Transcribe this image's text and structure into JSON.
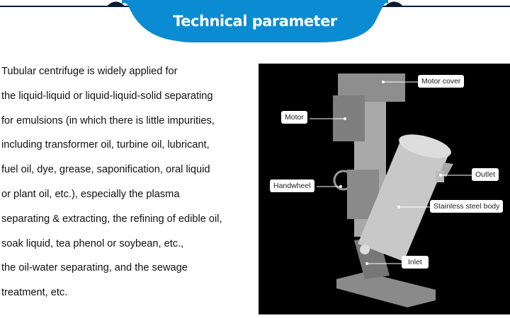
{
  "header": {
    "title": "Technical parameter"
  },
  "description": {
    "lines": [
      "Tubular centrifuge is widely applied for",
      "the liquid-liquid or liquid-liquid-solid separating",
      "for emulsions (in which there is little impurities,",
      "including transformer oil, turbine oil, lubricant,",
      "fuel oil, dye, grease, saponification, oral liquid",
      "or plant oil, etc.), especially the plasma",
      "separating & extracting, the refining of edible oil,",
      "soak liquid, tea phenol or soybean, etc.,",
      "the oil-water separating, and the sewage",
      "treatment, etc."
    ]
  },
  "diagram": {
    "labels": {
      "motor_cover": "Motor cover",
      "motor": "Motor",
      "outlet": "Outlet",
      "handwheel": "Handwheel",
      "body": "Stainless steel body",
      "inlet": "Inlet"
    }
  },
  "colors": {
    "banner_blue": "#0a8bd2",
    "line_dark": "#0c1a33"
  }
}
